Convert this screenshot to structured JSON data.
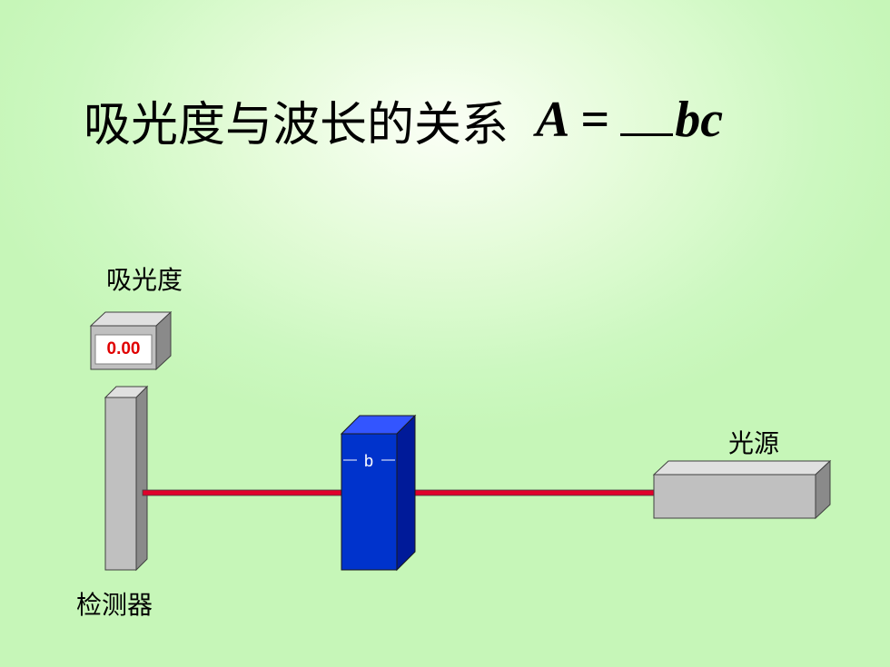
{
  "title": {
    "text": "吸光度与波长的关系",
    "formula_lhs": "A",
    "formula_eq": "=",
    "formula_rhs": "bc"
  },
  "labels": {
    "absorbance": "吸光度",
    "light_source": "光源",
    "detector": "检测器",
    "cuvette_path": "b"
  },
  "meter": {
    "reading": "0.00"
  },
  "colors": {
    "background": "#ccf8c0",
    "beam": "#e0002a",
    "cuvette": "#0033cc",
    "housing": "#c0c0c0",
    "reading_text": "#e00000"
  }
}
